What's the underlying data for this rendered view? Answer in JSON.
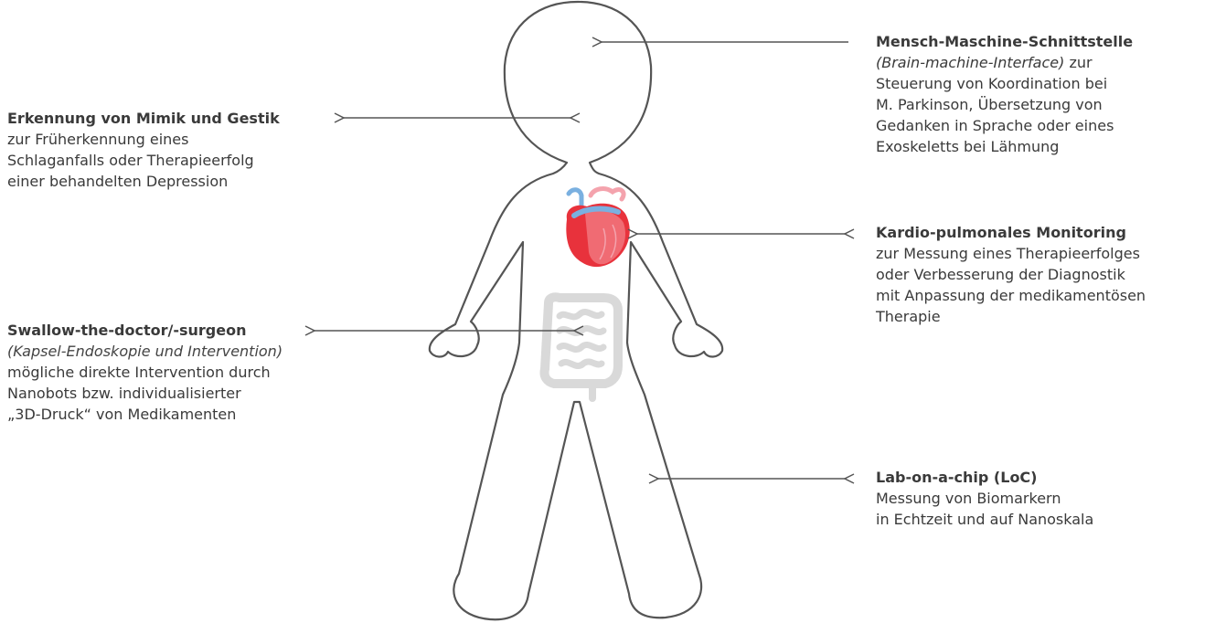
{
  "annotations": {
    "bmi": {
      "title": "Mensch-Maschine-Schnittstelle",
      "subtitle": "(Brain-machine-Interface)",
      "subtitle_suffix": " zur",
      "lines": [
        "Steuerung von Koordination bei",
        "M. Parkinson, Übersetzung von",
        "Gedanken in Sprache oder eines",
        "Exoskeletts bei Lähmung"
      ]
    },
    "mimik": {
      "title": "Erkennung von Mimik und Gestik",
      "lines": [
        "zur Früherkennung eines",
        "Schlaganfalls oder Therapieerfolg",
        "einer behandelten Depression"
      ]
    },
    "kardio": {
      "title": "Kardio-pulmonales Monitoring",
      "lines": [
        "zur Messung eines Therapieerfolges",
        "oder Verbesserung der Diagnostik",
        "mit Anpassung der medikamentösen",
        "Therapie"
      ]
    },
    "swallow": {
      "title": "Swallow-the-doctor/-surgeon",
      "subtitle": "(Kapsel-Endoskopie und Intervention)",
      "lines": [
        "mögliche direkte Intervention durch",
        "Nanobots bzw. individualisierter",
        "„3D-Druck“ von Medikamenten"
      ]
    },
    "loc": {
      "title": "Lab-on-a-chip (LoC)",
      "lines": [
        "Messung von Biomarkern",
        "in Echtzeit und auf Nanoskala"
      ]
    }
  },
  "colors": {
    "outline": "#555555",
    "heart_red": "#e8323c",
    "heart_pink": "#f4a3ad",
    "heart_blue": "#7ab0e0",
    "intestine_gray": "#d9d9d9"
  }
}
